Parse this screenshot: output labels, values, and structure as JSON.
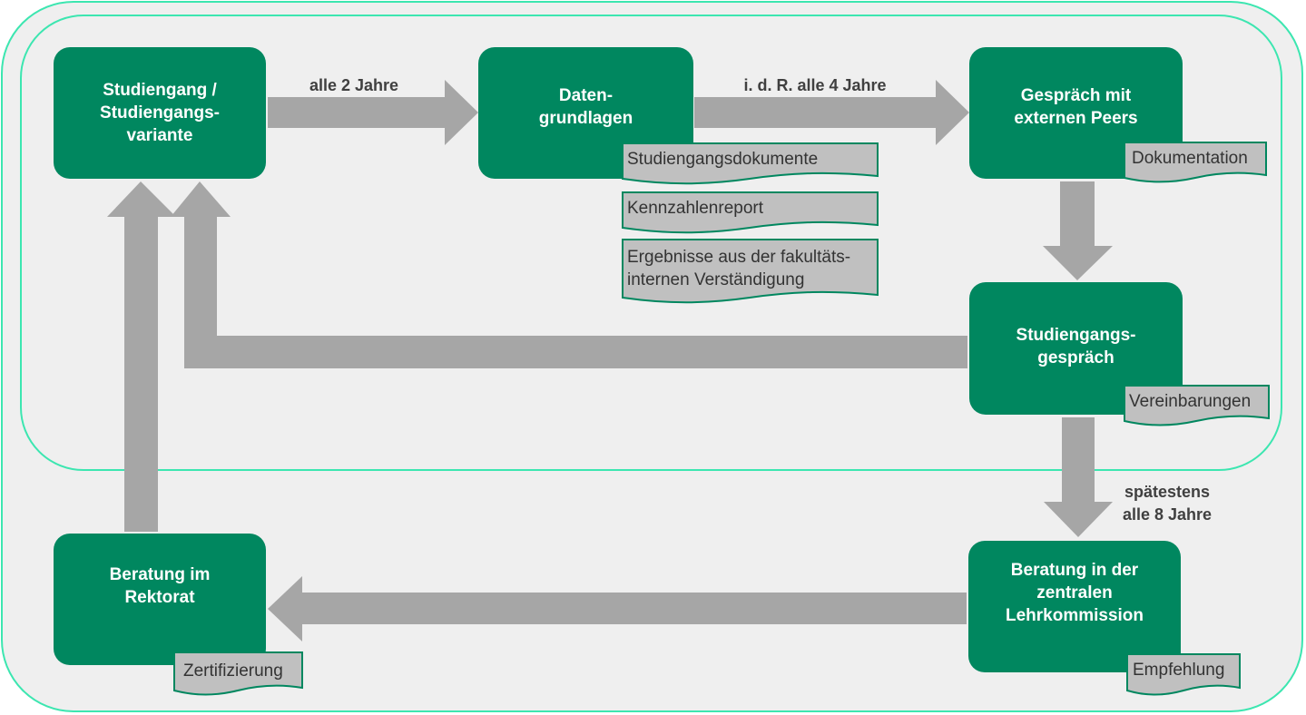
{
  "process_boxes": {
    "studiengang": "Studiengang /\nStudiengangs-\nvariante",
    "datengrundlagen": "Daten-\ngrundlagen",
    "gespraech_peers": "Gespräch mit\nexternen Peers",
    "studiengangsgespraech": "Studiengangs-\ngespräch",
    "beratung_lehrkommission": "Beratung in der\nzentralen\nLehrkommission",
    "beratung_rektorat": "Beratung im\nRektorat"
  },
  "documents": {
    "studiengangsdokumente": "Studiengangsdokumente",
    "kennzahlenreport": "Kennzahlenreport",
    "ergebnisse": "Ergebnisse aus der fakultäts-\ninternen Verständigung",
    "dokumentation": "Dokumentation",
    "vereinbarungen": "Vereinbarungen",
    "empfehlung": "Empfehlung",
    "zertifizierung": "Zertifizierung"
  },
  "arrow_labels": {
    "alle_2_jahre": "alle 2 Jahre",
    "alle_4_jahre": "i. d. R. alle 4 Jahre",
    "alle_8_jahre": "spätestens\nalle 8 Jahre"
  },
  "colors": {
    "box": "#00875f",
    "frame": "#3ce6b0",
    "arrow": "#a6a6a6",
    "document_fill": "#c0c0c0",
    "background": "#efefef"
  }
}
